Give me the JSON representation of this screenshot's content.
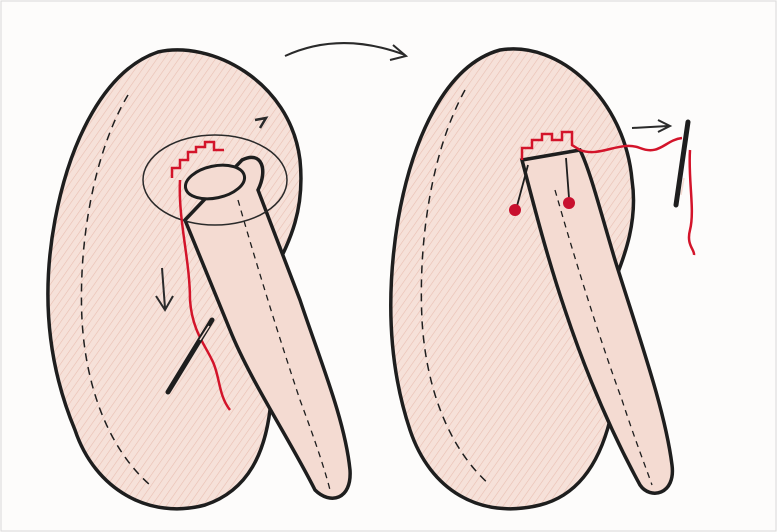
{
  "colors": {
    "background": "#fdfcfb",
    "fabric_fill": "#f3d6cc",
    "outline": "#1e1e1e",
    "thread": "#d3142a",
    "pins": "#c8102e",
    "pencil_arrow": "#2a2a2a"
  },
  "panels": [
    {
      "name": "left-step",
      "needle_direction": "down",
      "has_guide_circle": true,
      "pin_count": 0
    },
    {
      "name": "right-step",
      "needle_direction": "right",
      "has_guide_circle": false,
      "pin_count": 2
    }
  ],
  "transition_arrow": {
    "direction": "left-to-right"
  },
  "icons": [
    "needle-icon",
    "thread-icon",
    "pin-icon",
    "arrow-icon"
  ]
}
